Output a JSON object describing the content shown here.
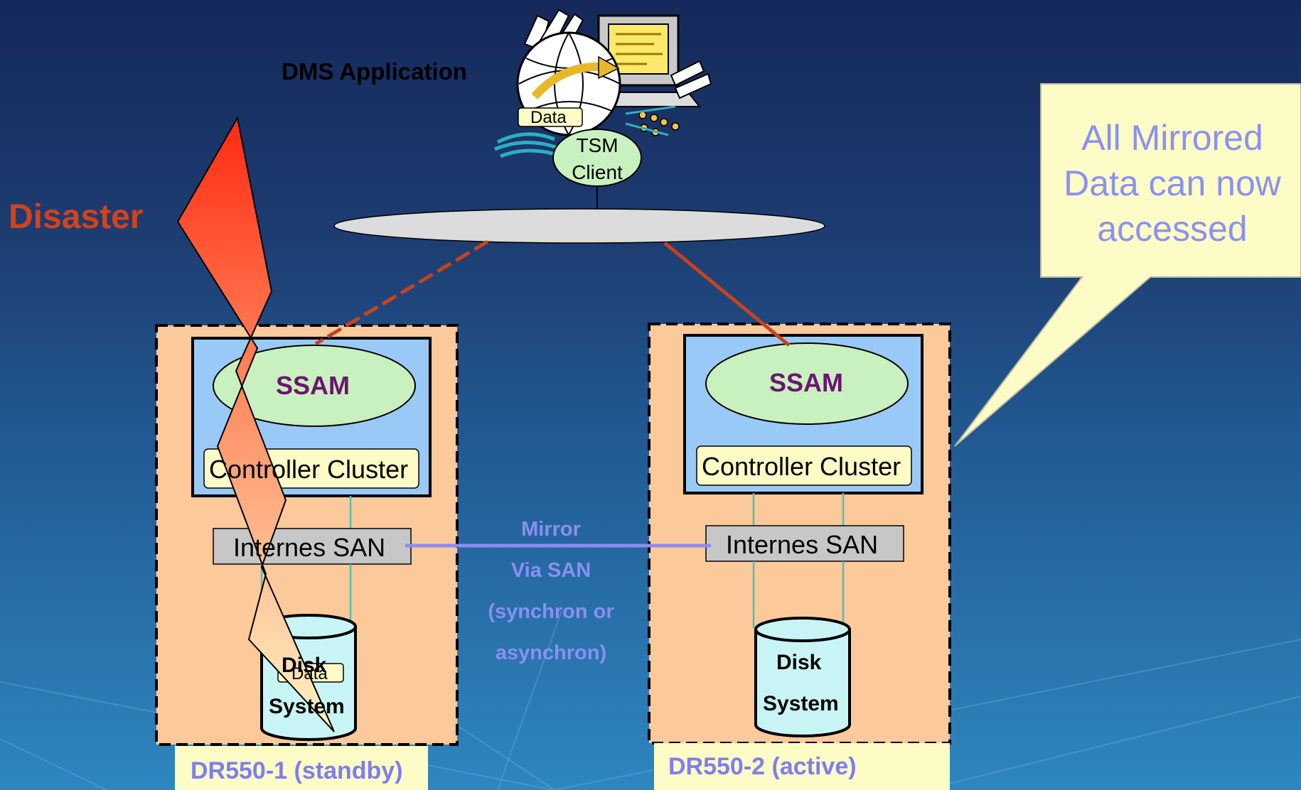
{
  "top": {
    "app_label": "DMS Application",
    "data_tag": "Data",
    "client_label_1": "TSM",
    "client_label_2": "Client"
  },
  "disaster_label": "Disaster",
  "callout": {
    "line1": "All Mirrored",
    "line2": "Data can now",
    "line3": "accessed"
  },
  "site_left": {
    "ssam": "SSAM",
    "controller": "Controller Cluster",
    "san": "Internes SAN",
    "disk_line1": "Disk",
    "disk_line2": "System",
    "data_tag": "Data",
    "caption": "DR550-1 (standby)"
  },
  "site_right": {
    "ssam": "SSAM",
    "controller": "Controller Cluster",
    "san": "Internes SAN",
    "disk_line1": "Disk",
    "disk_line2": "System",
    "caption": "DR550-2 (active)"
  },
  "mirror": {
    "line1": "Mirror",
    "line2": "Via SAN",
    "line3": "(synchron or",
    "line4": "asynchron)"
  },
  "colors": {
    "site_fill": "#fcc99a",
    "cluster_fill": "#99c9f7",
    "ellipse_fill": "#c9f0bf",
    "callout_fill": "#fdfbc6",
    "link_red": "#c8421b",
    "mirror_line": "#8c8cf2"
  }
}
